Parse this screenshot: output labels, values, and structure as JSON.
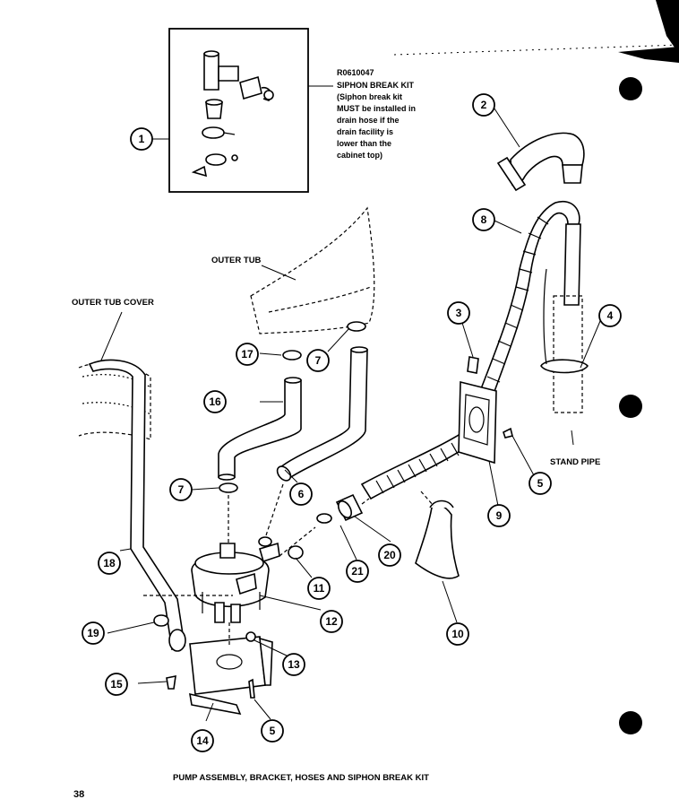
{
  "kit": {
    "part_number": "R0610047",
    "title": "SIPHON BREAK KIT",
    "note_lines": [
      "(Siphon break kit",
      "MUST be installed in",
      "drain hose if the",
      "drain facility is",
      "lower than the",
      "cabinet top)"
    ]
  },
  "labels": {
    "outer_tub": "OUTER TUB",
    "outer_tub_cover": "OUTER TUB COVER",
    "stand_pipe": "STAND PIPE"
  },
  "callouts": [
    "1",
    "2",
    "3",
    "4",
    "5",
    "5",
    "6",
    "7",
    "7",
    "8",
    "9",
    "10",
    "11",
    "12",
    "13",
    "14",
    "15",
    "16",
    "17",
    "18",
    "19",
    "20",
    "21"
  ],
  "caption": "PUMP ASSEMBLY, BRACKET, HOSES AND SIPHON BREAK KIT",
  "page_number": "38"
}
